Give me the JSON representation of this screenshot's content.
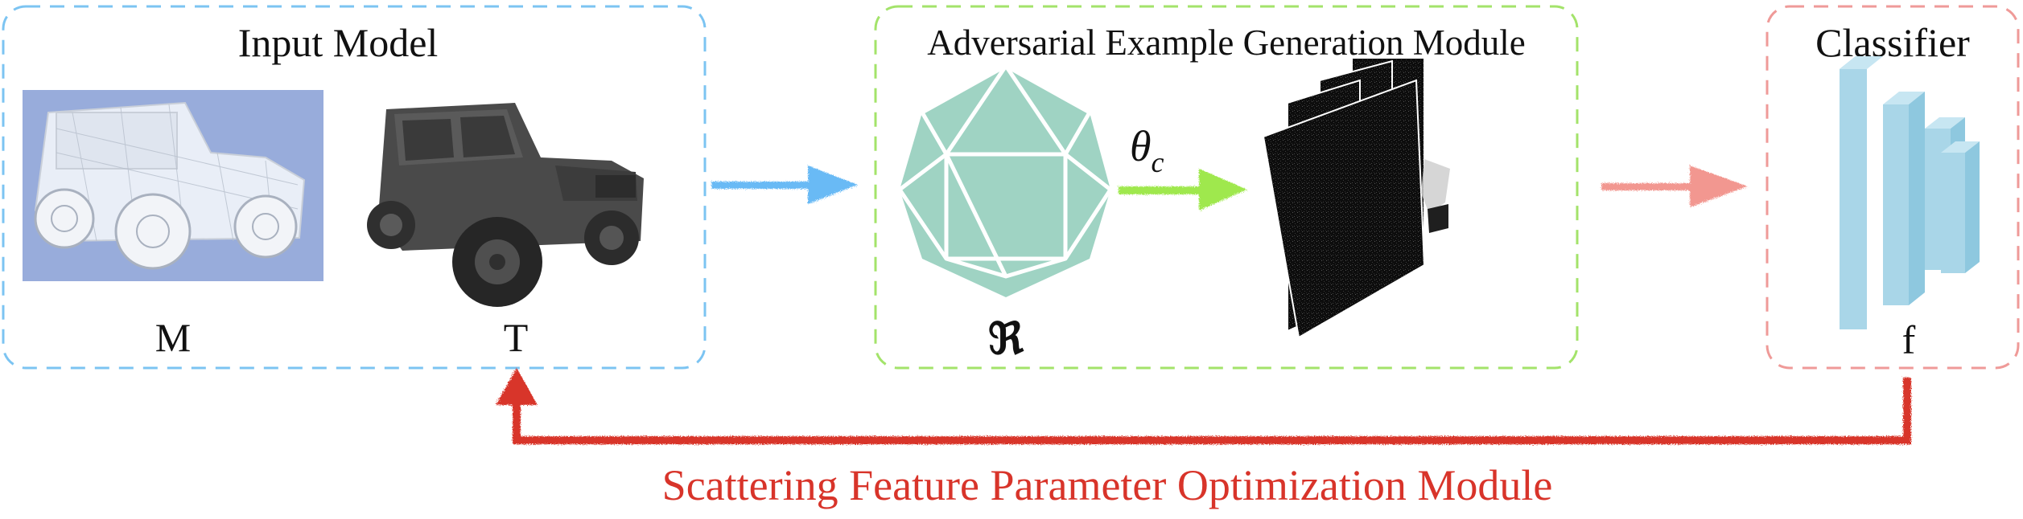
{
  "colors": {
    "input_border": "#7cc4f2",
    "adv_border": "#a3e36a",
    "classifier_border": "#ef9a98",
    "blue_arrow": "#69baf5",
    "green_arrow": "#9fe84e",
    "pink_arrow": "#f29790",
    "feedback_red": "#d8342a",
    "polyhedron": "#9fd3c3",
    "classifier_blue": "#a9d6e8",
    "input_bg": "#98acdb"
  },
  "input_module": {
    "title": "Input Model",
    "label_mesh": "M",
    "label_texture": "T"
  },
  "adversarial_module": {
    "title": "Adversarial Example Generation Module",
    "symbol_r": "ℜ",
    "theta": "θ",
    "theta_sub": "c"
  },
  "classifier_module": {
    "title": "Classifier",
    "label_f": "f"
  },
  "feedback": {
    "label": "Scattering Feature Parameter Optimization Module"
  },
  "icons": {
    "mesh": "wireframe-jeep-icon",
    "textured": "shaded-jeep-icon",
    "polyhedron": "icosahedron-icon",
    "sar_stack": "sar-image-stack-icon",
    "classifier": "cnn-layers-icon"
  }
}
